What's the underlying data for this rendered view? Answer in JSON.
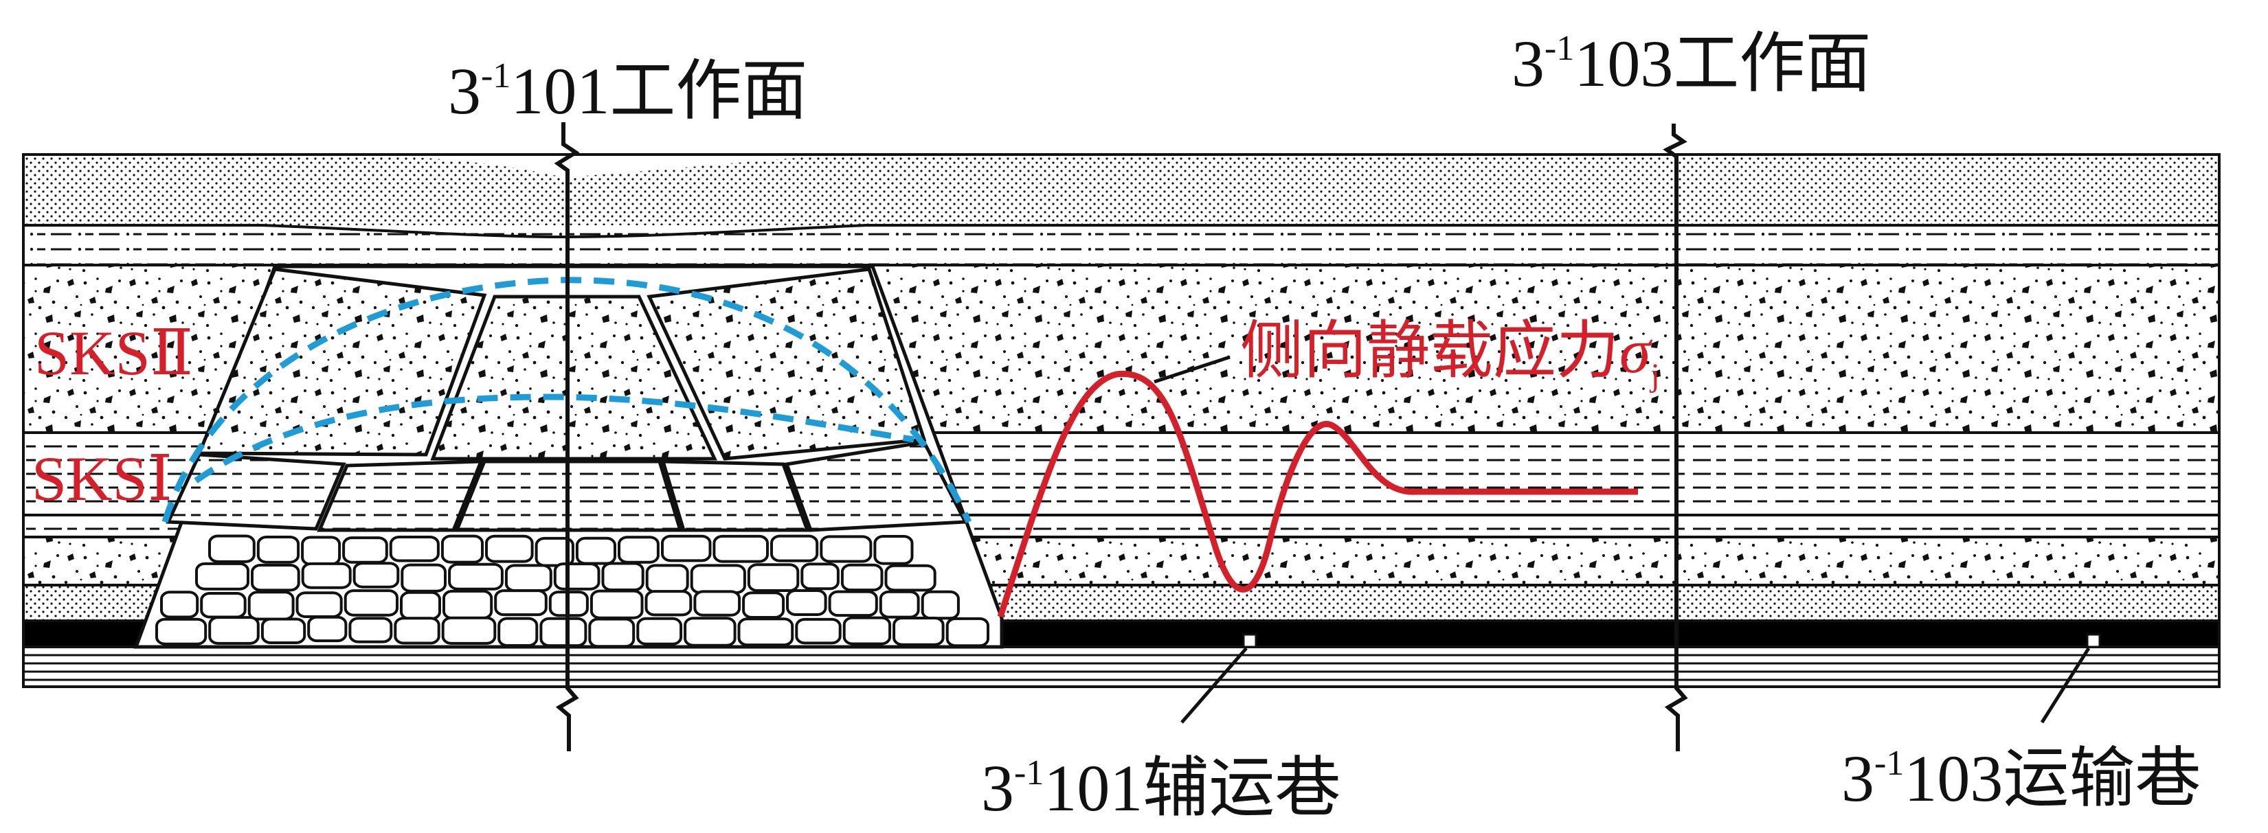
{
  "labels": {
    "face_101": {
      "num": "3",
      "sup": "-1",
      "rest": "101工作面"
    },
    "face_103": {
      "num": "3",
      "sup": "-1",
      "rest": "103工作面"
    },
    "road_101": {
      "num": "3",
      "sup": "-1",
      "rest": "101辅运巷"
    },
    "road_103": {
      "num": "3",
      "sup": "-1",
      "rest": "103运输巷"
    },
    "sks2": "SKSⅡ",
    "sks1": "SKSⅠ",
    "stress": {
      "text": "侧向静载应力",
      "sym": "σ",
      "sub": "j"
    }
  },
  "colors": {
    "ink": "#111111",
    "stress_curve": "#d4202a",
    "key_stratum_labels": "#d4202a",
    "fracture_arch": "#1f9bd6",
    "coal_seam": "#000000"
  }
}
